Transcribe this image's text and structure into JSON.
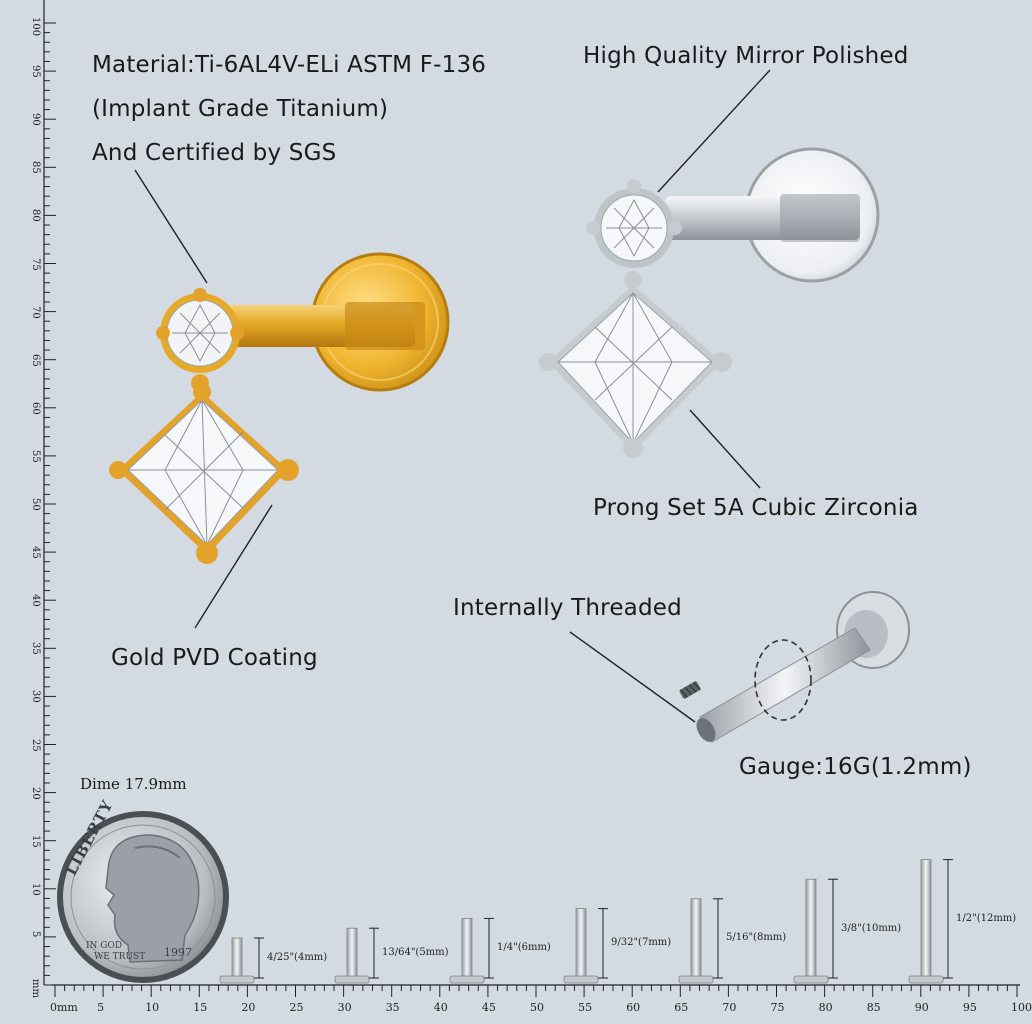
{
  "labels": {
    "material_line1": "Material:Ti-6AL4V-ELi ASTM F-136",
    "material_line2": "(Implant Grade Titanium)",
    "material_line3": "And Certified by SGS",
    "mirror": "High Quality Mirror Polished",
    "prong": "Prong Set 5A Cubic Zirconia",
    "threaded": "Internally Threaded",
    "gold_pvd": "Gold PVD Coating",
    "gauge": "Gauge:16G(1.2mm)",
    "dime": "Dime 17.9mm"
  },
  "coin": {
    "motto": "LIBERTY",
    "line1": "IN GOD",
    "line2": "WE TRUST",
    "year": "1997"
  },
  "rulers": {
    "vertical_ticks": [
      "100",
      "95",
      "90",
      "85",
      "80",
      "75",
      "70",
      "65",
      "60",
      "55",
      "50",
      "45",
      "40",
      "35",
      "30",
      "25",
      "20",
      "15",
      "10",
      "5",
      "mm"
    ],
    "horizontal_ticks": [
      "0mm",
      "5",
      "10",
      "15",
      "20",
      "25",
      "30",
      "35",
      "40",
      "45",
      "50",
      "55",
      "60",
      "65",
      "70",
      "75",
      "80",
      "85",
      "90",
      "95",
      "100"
    ]
  },
  "lengths": [
    {
      "label": "4/25\"(4mm)"
    },
    {
      "label": "13/64\"(5mm)"
    },
    {
      "label": "1/4\"(6mm)"
    },
    {
      "label": "9/32\"(7mm)"
    },
    {
      "label": "5/16\"(8mm)"
    },
    {
      "label": "3/8\"(10mm)"
    },
    {
      "label": "1/2\"(12mm)"
    }
  ],
  "colors": {
    "background": "#d3dae1",
    "gold": "#e0a21e",
    "silver": "#c9ced3",
    "text": "#1a1a1a"
  }
}
